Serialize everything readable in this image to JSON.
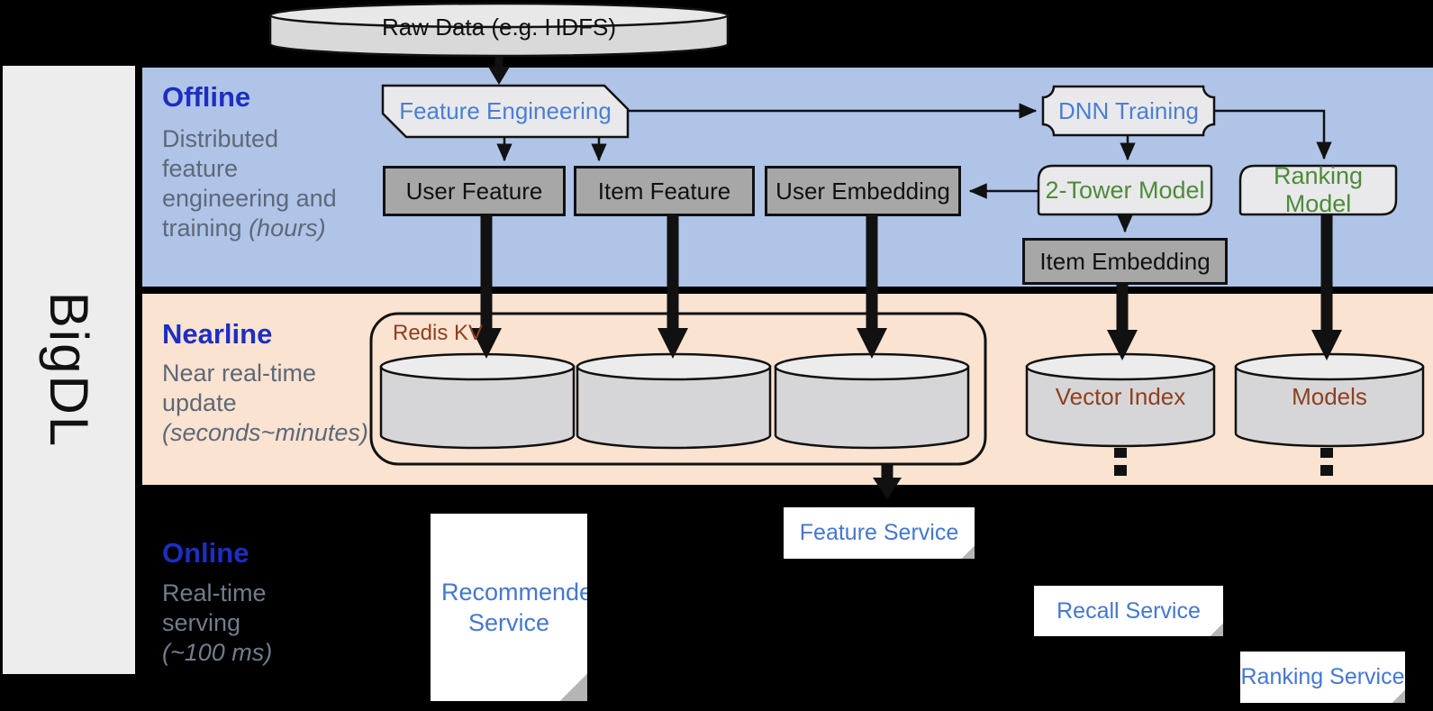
{
  "brand": {
    "label": "BigDL"
  },
  "source": {
    "label": "Raw Data (e.g. HDFS)"
  },
  "bands": {
    "offline": {
      "title": "Offline",
      "lines": [
        "Distributed",
        "feature",
        "engineering and"
      ],
      "last_normal": "training ",
      "last_italic": "(hours)"
    },
    "nearline": {
      "title": "Nearline",
      "lines": [
        "Near real-time",
        "update"
      ],
      "italic_line": "(seconds~minutes)"
    },
    "online": {
      "title": "Online",
      "lines": [
        "Real-time",
        "serving"
      ],
      "italic_line": "(~100 ms)"
    }
  },
  "nodes": {
    "feature_engineering": "Feature Engineering",
    "dnn_training": "DNN Training",
    "user_feature": "User Feature",
    "item_feature": "Item Feature",
    "user_embedding": "User Embedding",
    "two_tower_model": "2-Tower Model",
    "ranking_model": "Ranking Model",
    "item_embedding": "Item Embedding"
  },
  "storage": {
    "redis_kv": "Redis KV",
    "vector_index": "Vector Index",
    "models": "Models"
  },
  "services": {
    "recommender": "Recommender Service",
    "feature": "Feature Service",
    "recall": "Recall Service",
    "ranking": "Ranking Service"
  },
  "colors": {
    "offline_band": "#b0c4e8",
    "nearline_band": "#fbe3d1",
    "band_title_blue": "#1d2ec2",
    "body_gray": "#5d6878",
    "node_blue": "#4a7ed6",
    "node_green": "#4d8b3a",
    "storage_rust": "#8e3f1e",
    "service_blue": "#4577d0",
    "gray_box": "#a7a7a7",
    "light_shape": "#e9e9eb",
    "cylinder": "#d6d6d8"
  }
}
